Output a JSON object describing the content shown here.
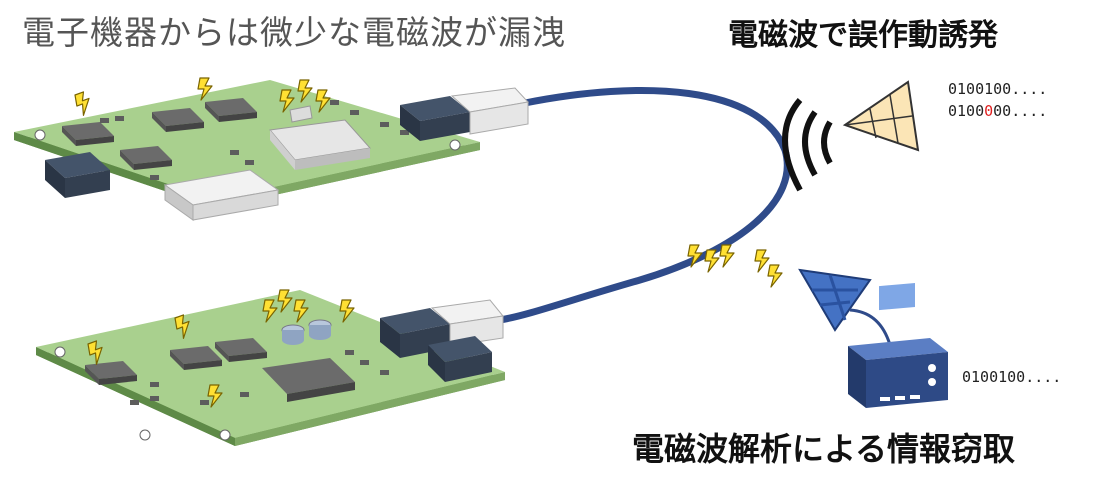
{
  "labels": {
    "leak_title": "電子機器からは微少な電磁波が漏洩",
    "malfunction_title": "電磁波で誤作動誘発",
    "analysis_title": "電磁波解析による情報窃取",
    "bits_sent": "0100100....",
    "bits_altered_prefix": "0100",
    "bits_altered_flip": "0",
    "bits_altered_suffix": "00....",
    "bits_captured": "0100100...."
  },
  "colors": {
    "board_top": "#a9d08e",
    "board_side": "#6f9a55",
    "chip": "#6b6b6b",
    "connector": "#333f50",
    "cable": "#2f4b8a",
    "spark": "#ffe033",
    "antenna_attack": "#fbe5b6",
    "antenna_receive": "#4472c4",
    "receiver_body": "#2e4a86",
    "error_bit": "#e02020"
  },
  "icons": [
    "lightning-icon",
    "radio-wave-icon",
    "antenna-icon",
    "receiver-device-icon"
  ]
}
